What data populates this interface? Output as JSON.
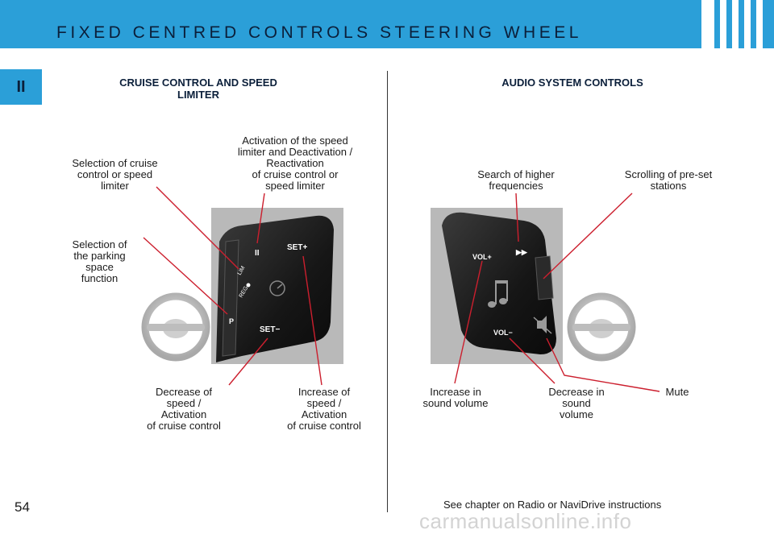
{
  "header": {
    "title": "FIXED CENTRED CONTROLS STEERING WHEEL"
  },
  "side_tab": {
    "label": "II"
  },
  "left": {
    "title_line1": "CRUISE CONTROL AND SPEED",
    "title_line2": "LIMITER",
    "labels": {
      "selection_cruise": [
        "Selection of cruise",
        "control or speed",
        "limiter"
      ],
      "activation_speed": [
        "Activation of the speed",
        "limiter and Deactivation /",
        "Reactivation",
        "of cruise control or",
        "speed limiter"
      ],
      "parking": [
        "Selection of",
        "the parking",
        "space",
        "function"
      ],
      "decrease_speed": [
        "Decrease of",
        "speed /",
        "Activation",
        "of cruise control"
      ],
      "increase_speed": [
        "Increase of",
        "speed /",
        "Activation",
        "of cruise control"
      ]
    },
    "switch_markings": {
      "pause": "II",
      "lim": "LIM",
      "reg": "REG",
      "park": "P",
      "set_plus": "SET+",
      "set_minus": "SET−"
    }
  },
  "right": {
    "title": "AUDIO SYSTEM CONTROLS",
    "labels": {
      "search_higher": [
        "Search of higher",
        "frequencies"
      ],
      "scrolling": [
        "Scrolling of pre-set",
        "stations"
      ],
      "increase_volume": [
        "Increase in",
        "sound volume"
      ],
      "decrease_volume": [
        "Decrease in",
        "sound",
        "volume"
      ],
      "mute": [
        "Mute"
      ]
    },
    "switch_markings": {
      "vol_plus": "VOL+",
      "vol_minus": "VOL−",
      "seek": "▶▶"
    }
  },
  "footer": {
    "page_number": "54",
    "note": "See chapter on Radio or NaviDrive instructions",
    "watermark": "carmanualsonline.info"
  },
  "colors": {
    "header_blue": "#2b9fd8",
    "leader_red": "#cc1f2e",
    "title_navy": "#0b1f3a"
  }
}
